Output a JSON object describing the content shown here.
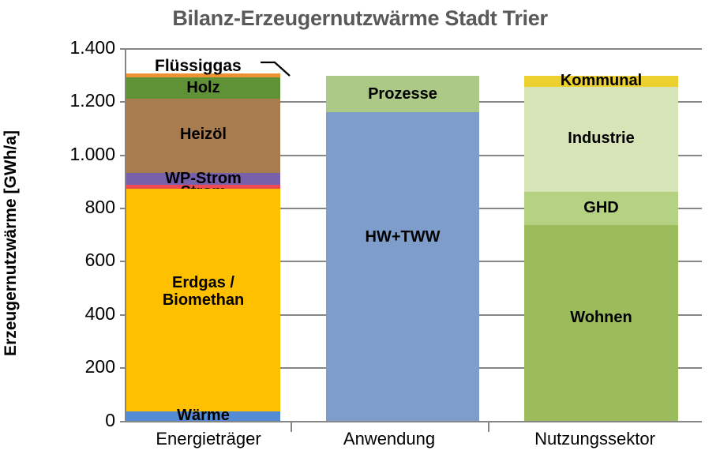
{
  "chart_data": {
    "type": "bar",
    "title": "Bilanz-Erzeugernutzwärme Stadt Trier",
    "xlabel": "",
    "ylabel": "Erzeugernutzwärme [GWh/a]",
    "ylim": [
      0,
      1400
    ],
    "ytick_labels": [
      "1.400",
      "1.200",
      "1.000",
      "800",
      "600",
      "400",
      "200",
      "0"
    ],
    "ytick_values": [
      1400,
      1200,
      1000,
      800,
      600,
      400,
      200,
      0
    ],
    "grid": "horizontal",
    "legend": "none (segments labelled in place)",
    "stacked": true,
    "categories": [
      "Energieträger",
      "Anwendung",
      "Nutzungssektor"
    ],
    "bars": [
      {
        "category": "Energieträger",
        "total": 1305,
        "segments": [
          {
            "name": "Flüssiggas",
            "value": 15,
            "color": "#ed9333",
            "label_placement": "callout"
          },
          {
            "name": "Holz",
            "value": 80,
            "color": "#5f9236",
            "label_placement": "inside"
          },
          {
            "name": "Heizöl",
            "value": 279,
            "color": "#a97c50",
            "label_placement": "inside"
          },
          {
            "name": "WP-Strom",
            "value": 44,
            "color": "#7761ab",
            "label_placement": "inside"
          },
          {
            "name": "Strom",
            "value": 15,
            "color": "#ef4a53",
            "label_placement": "inside"
          },
          {
            "name": "Erdgas / Biomethan",
            "value": 836,
            "color": "#ffc000",
            "label_placement": "inside"
          },
          {
            "name": "Wärme",
            "value": 36,
            "color": "#538bd4",
            "label_placement": "inside"
          }
        ]
      },
      {
        "category": "Anwendung",
        "total": 1296,
        "segments": [
          {
            "name": "Prozesse",
            "value": 136,
            "color": "#acc985",
            "label_placement": "inside"
          },
          {
            "name": "HW+TWW",
            "value": 1160,
            "color": "#7e9dcb",
            "label_placement": "inside"
          }
        ]
      },
      {
        "category": "Nutzungssektor",
        "total": 1298,
        "segments": [
          {
            "name": "Kommunal",
            "value": 42,
            "color": "#ecd02f",
            "label_placement": "inside"
          },
          {
            "name": "Industrie",
            "value": 395,
            "color": "#d6e4b8",
            "label_placement": "inside"
          },
          {
            "name": "GHD",
            "value": 125,
            "color": "#b5d182",
            "label_placement": "inside"
          },
          {
            "name": "Wohnen",
            "value": 736,
            "color": "#9cbc5c",
            "label_placement": "inside"
          }
        ]
      }
    ]
  },
  "labels": {
    "seg_fluessiggas": "Flüssiggas",
    "seg_holz": "Holz",
    "seg_heizoel": "Heizöl",
    "seg_wp_strom": "WP-Strom",
    "seg_strom": "Strom",
    "seg_erdgas_line1": "Erdgas /",
    "seg_erdgas_line2": "Biomethan",
    "seg_waerme": "Wärme",
    "seg_prozesse": "Prozesse",
    "seg_hwtww": "HW+TWW",
    "seg_kommunal": "Kommunal",
    "seg_industrie": "Industrie",
    "seg_ghd": "GHD",
    "seg_wohnen": "Wohnen",
    "cat_energietraeger": "Energieträger",
    "cat_anwendung": "Anwendung",
    "cat_nutzungssektor": "Nutzungssektor",
    "ytick_1400": "1.400",
    "ytick_1200": "1.200",
    "ytick_1000": "1.000",
    "ytick_800": "800",
    "ytick_600": "600",
    "ytick_400": "400",
    "ytick_200": "200",
    "ytick_0": "0"
  },
  "colors": {
    "title": "#595959",
    "axis": "#868686",
    "fluessiggas": "#ed9333",
    "holz": "#5f9236",
    "heizoel": "#a97c50",
    "wp_strom": "#7761ab",
    "strom": "#ef4a53",
    "erdgas": "#ffc000",
    "waerme": "#538bd4",
    "prozesse": "#acc985",
    "hwtww": "#7e9dcb",
    "kommunal": "#ecd02f",
    "industrie": "#d6e4b8",
    "ghd": "#b5d182",
    "wohnen": "#9cbc5c"
  }
}
